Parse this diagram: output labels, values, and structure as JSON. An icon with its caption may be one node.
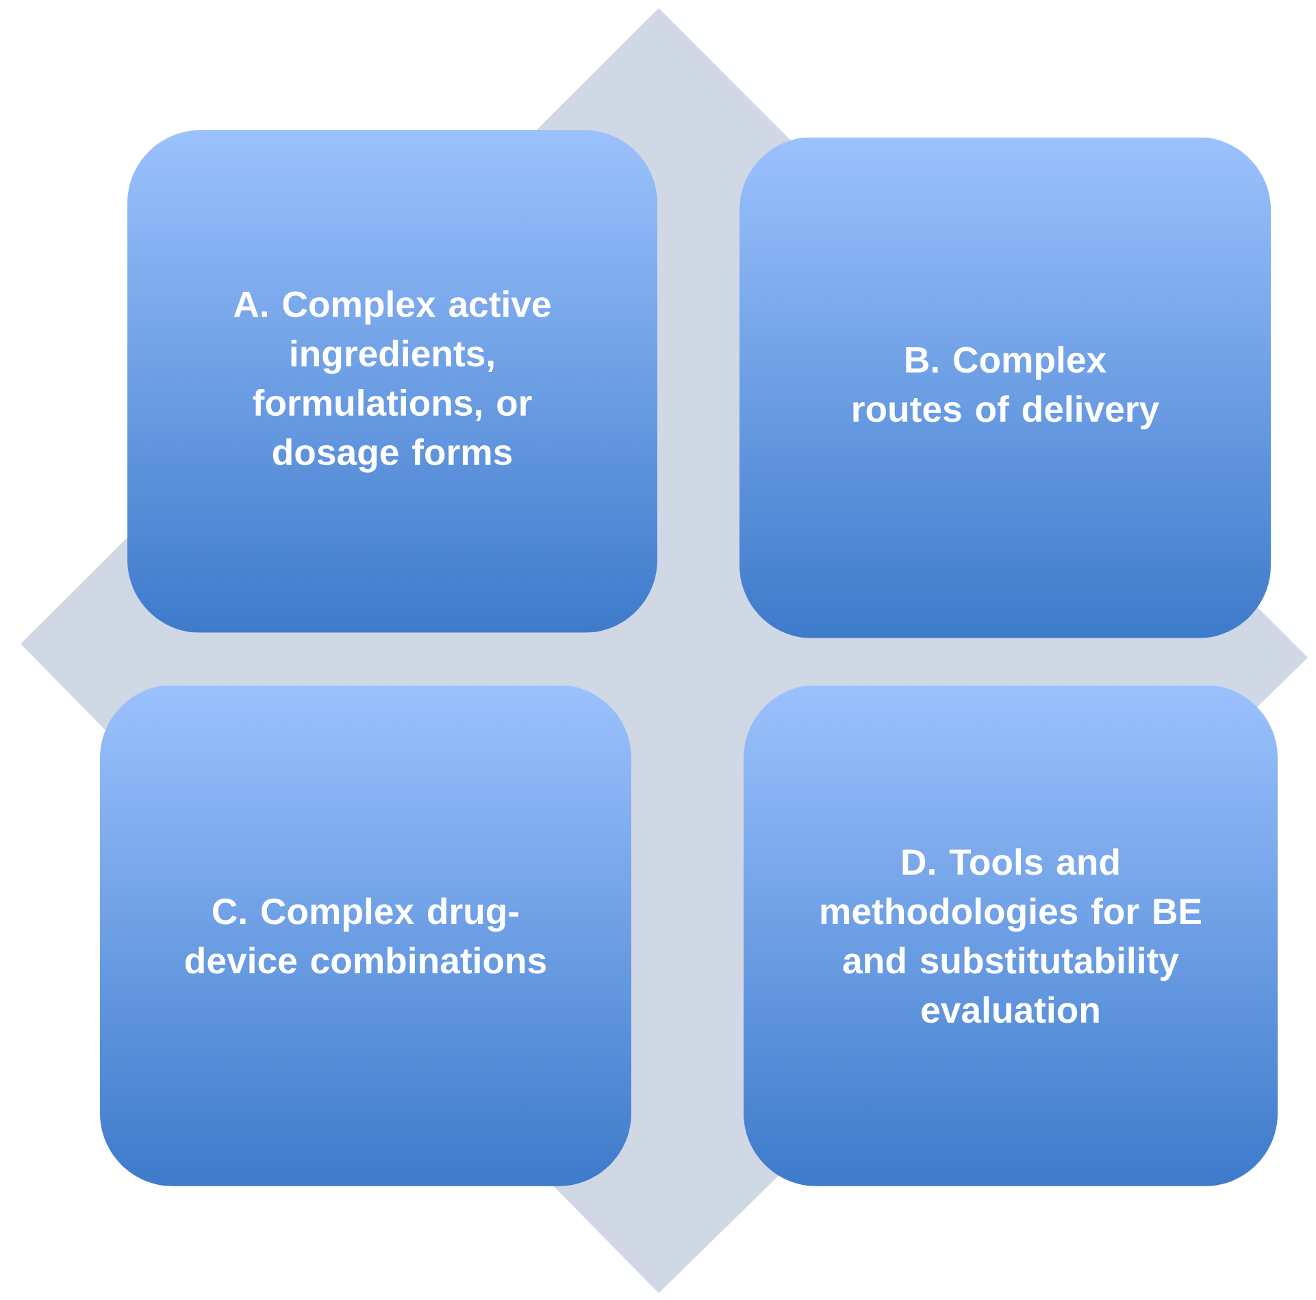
{
  "diagram": {
    "nodes": [
      {
        "text": [
          "A. Complex active ingredients, formulations, or dosage forms"
        ]
      },
      {
        "text": [
          "B. Complex routes of delivery"
        ]
      },
      {
        "text": [
          "C. Complex drug-device combinations"
        ]
      },
      {
        "text": [
          "D. Tools and methodologies for BE and substitutability evaluation"
        ]
      }
    ]
  }
}
